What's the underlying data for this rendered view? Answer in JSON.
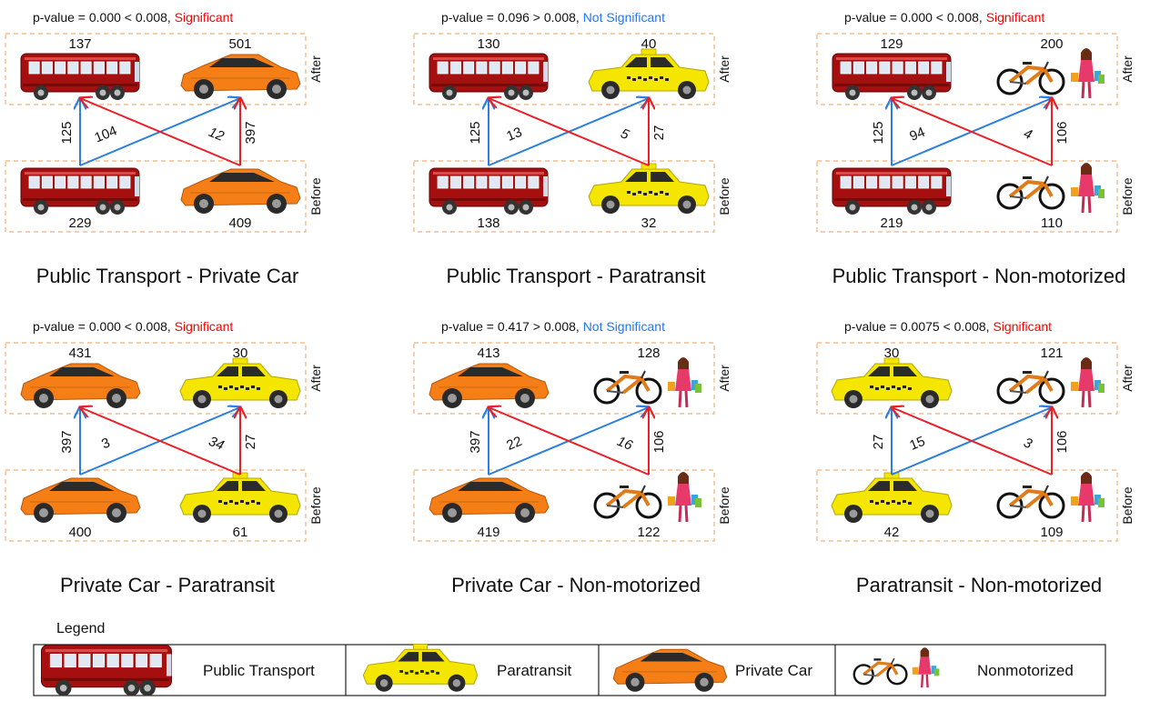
{
  "colors": {
    "significant": "#ff0000",
    "not_significant": "#1f77ff",
    "blue_arrow": "#2a7fe0",
    "red_arrow": "#e8202a",
    "box_border": "#f0b07a",
    "bus": "#a50f0f",
    "taxi": "#f5e600",
    "car": "#f57f16"
  },
  "panels": [
    {
      "title": "Public Transport - Private Car",
      "p_value_text": "p-value = 0.000 < 0.008,",
      "verdict": "Significant",
      "significant": true,
      "left_mode": "bus",
      "right_mode": "car",
      "after_left": "137",
      "after_right": "501",
      "before_left": "229",
      "before_right": "409",
      "stay_left": "125",
      "left_to_right": "104",
      "right_to_left": "12",
      "stay_right": "397",
      "after_label": "After",
      "before_label": "Before"
    },
    {
      "title": "Public Transport - Paratransit",
      "p_value_text": "p-value = 0.096 > 0.008,",
      "verdict": "Not Significant",
      "significant": false,
      "left_mode": "bus",
      "right_mode": "taxi",
      "after_left": "130",
      "after_right": "40",
      "before_left": "138",
      "before_right": "32",
      "stay_left": "125",
      "left_to_right": "13",
      "right_to_left": "5",
      "stay_right": "27",
      "after_label": "After",
      "before_label": "Before"
    },
    {
      "title": "Public Transport - Non-motorized",
      "p_value_text": "p-value = 0.000 < 0.008,",
      "verdict": "Significant",
      "significant": true,
      "left_mode": "bus",
      "right_mode": "nonmotor",
      "after_left": "129",
      "after_right": "200",
      "before_left": "219",
      "before_right": "110",
      "stay_left": "125",
      "left_to_right": "94",
      "right_to_left": "4",
      "stay_right": "106",
      "after_label": "After",
      "before_label": "Before"
    },
    {
      "title": "Private Car - Paratransit",
      "p_value_text": "p-value = 0.000 < 0.008,",
      "verdict": "Significant",
      "significant": true,
      "left_mode": "car",
      "right_mode": "taxi",
      "after_left": "431",
      "after_right": "30",
      "before_left": "400",
      "before_right": "61",
      "stay_left": "397",
      "left_to_right": "3",
      "right_to_left": "34",
      "stay_right": "27",
      "after_label": "After",
      "before_label": "Before"
    },
    {
      "title": "Private Car - Non-motorized",
      "p_value_text": "p-value = 0.417 > 0.008,",
      "verdict": "Not Significant",
      "significant": false,
      "left_mode": "car",
      "right_mode": "nonmotor",
      "after_left": "413",
      "after_right": "128",
      "before_left": "419",
      "before_right": "122",
      "stay_left": "397",
      "left_to_right": "22",
      "right_to_left": "16",
      "stay_right": "106",
      "after_label": "After",
      "before_label": "Before"
    },
    {
      "title": "Paratransit - Non-motorized",
      "p_value_text": "p-value = 0.0075 < 0.008,",
      "verdict": "Significant",
      "significant": true,
      "left_mode": "taxi",
      "right_mode": "nonmotor",
      "after_left": "30",
      "after_right": "121",
      "before_left": "42",
      "before_right": "109",
      "stay_left": "27",
      "left_to_right": "15",
      "right_to_left": "3",
      "stay_right": "106",
      "after_label": "After",
      "before_label": "Before"
    }
  ],
  "legend": {
    "title": "Legend",
    "items": [
      {
        "mode": "bus",
        "label": "Public Transport"
      },
      {
        "mode": "taxi",
        "label": "Paratransit"
      },
      {
        "mode": "car",
        "label": "Private Car"
      },
      {
        "mode": "nonmotor",
        "label": "Nonmotorized"
      }
    ]
  }
}
